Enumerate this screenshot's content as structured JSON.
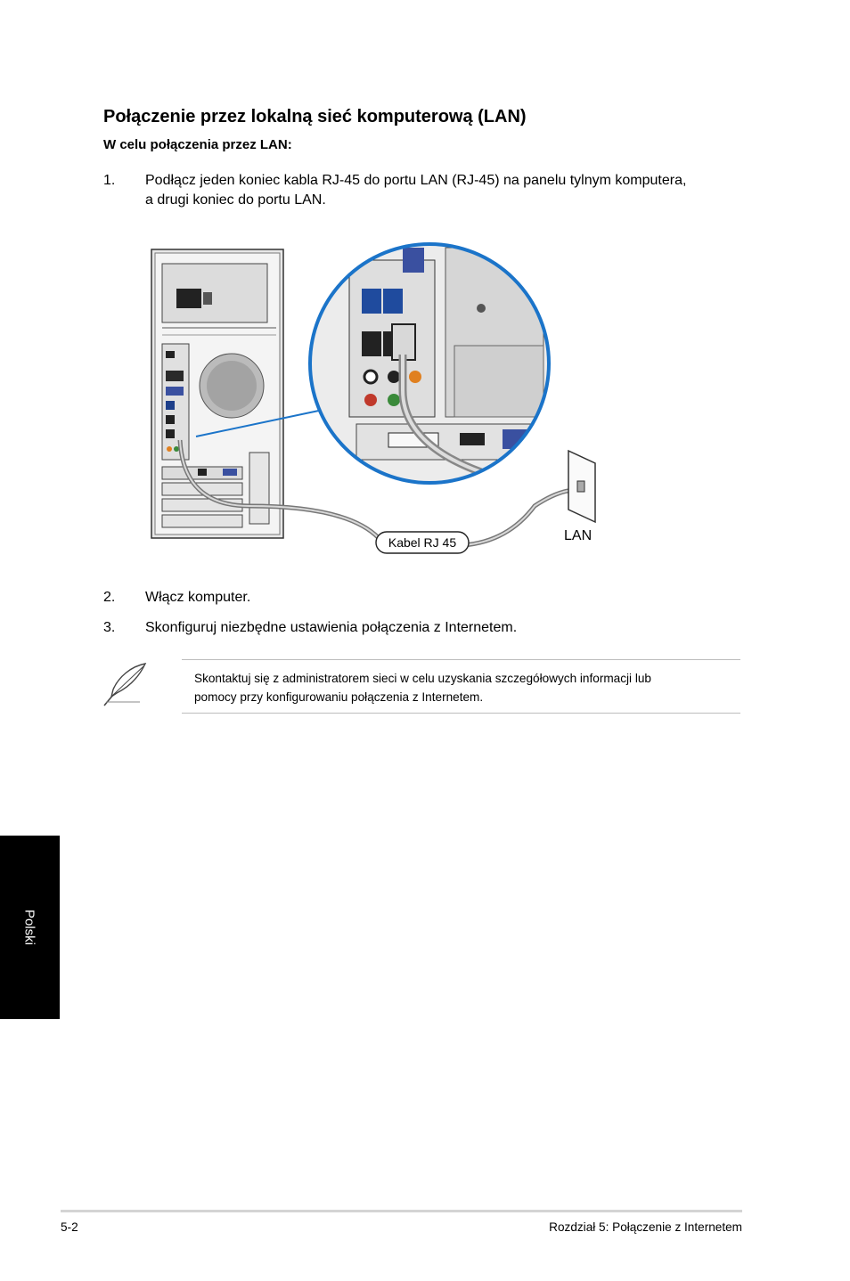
{
  "heading": {
    "title": "Połączenie przez lokalną sieć komputerową (LAN)",
    "subtitle": "W celu połączenia przez LAN:"
  },
  "steps": [
    {
      "number": "1.",
      "lines": [
        "Podłącz jeden koniec kabla RJ-45 do portu LAN (RJ-45) na panelu tylnym komputera,",
        "a drugi koniec do portu LAN."
      ]
    },
    {
      "number": "2.",
      "lines": [
        "Włącz komputer."
      ]
    },
    {
      "number": "3.",
      "lines": [
        "Skonfiguruj niezbędne ustawienia połączenia z Internetem."
      ]
    }
  ],
  "figure": {
    "cable_label": "Kabel RJ 45",
    "wall_label": "LAN"
  },
  "note": {
    "icon": "feather-quill-icon",
    "lines": [
      "Skontaktuj się z administratorem sieci w celu uzyskania szczegółowych informacji lub",
      "pomocy przy konfigurowaniu połączenia z Internetem."
    ]
  },
  "side_tab": {
    "label": "Polski"
  },
  "footer": {
    "page_number": "5-2",
    "chapter": "Rozdział 5: Połączenie z Internetem"
  }
}
